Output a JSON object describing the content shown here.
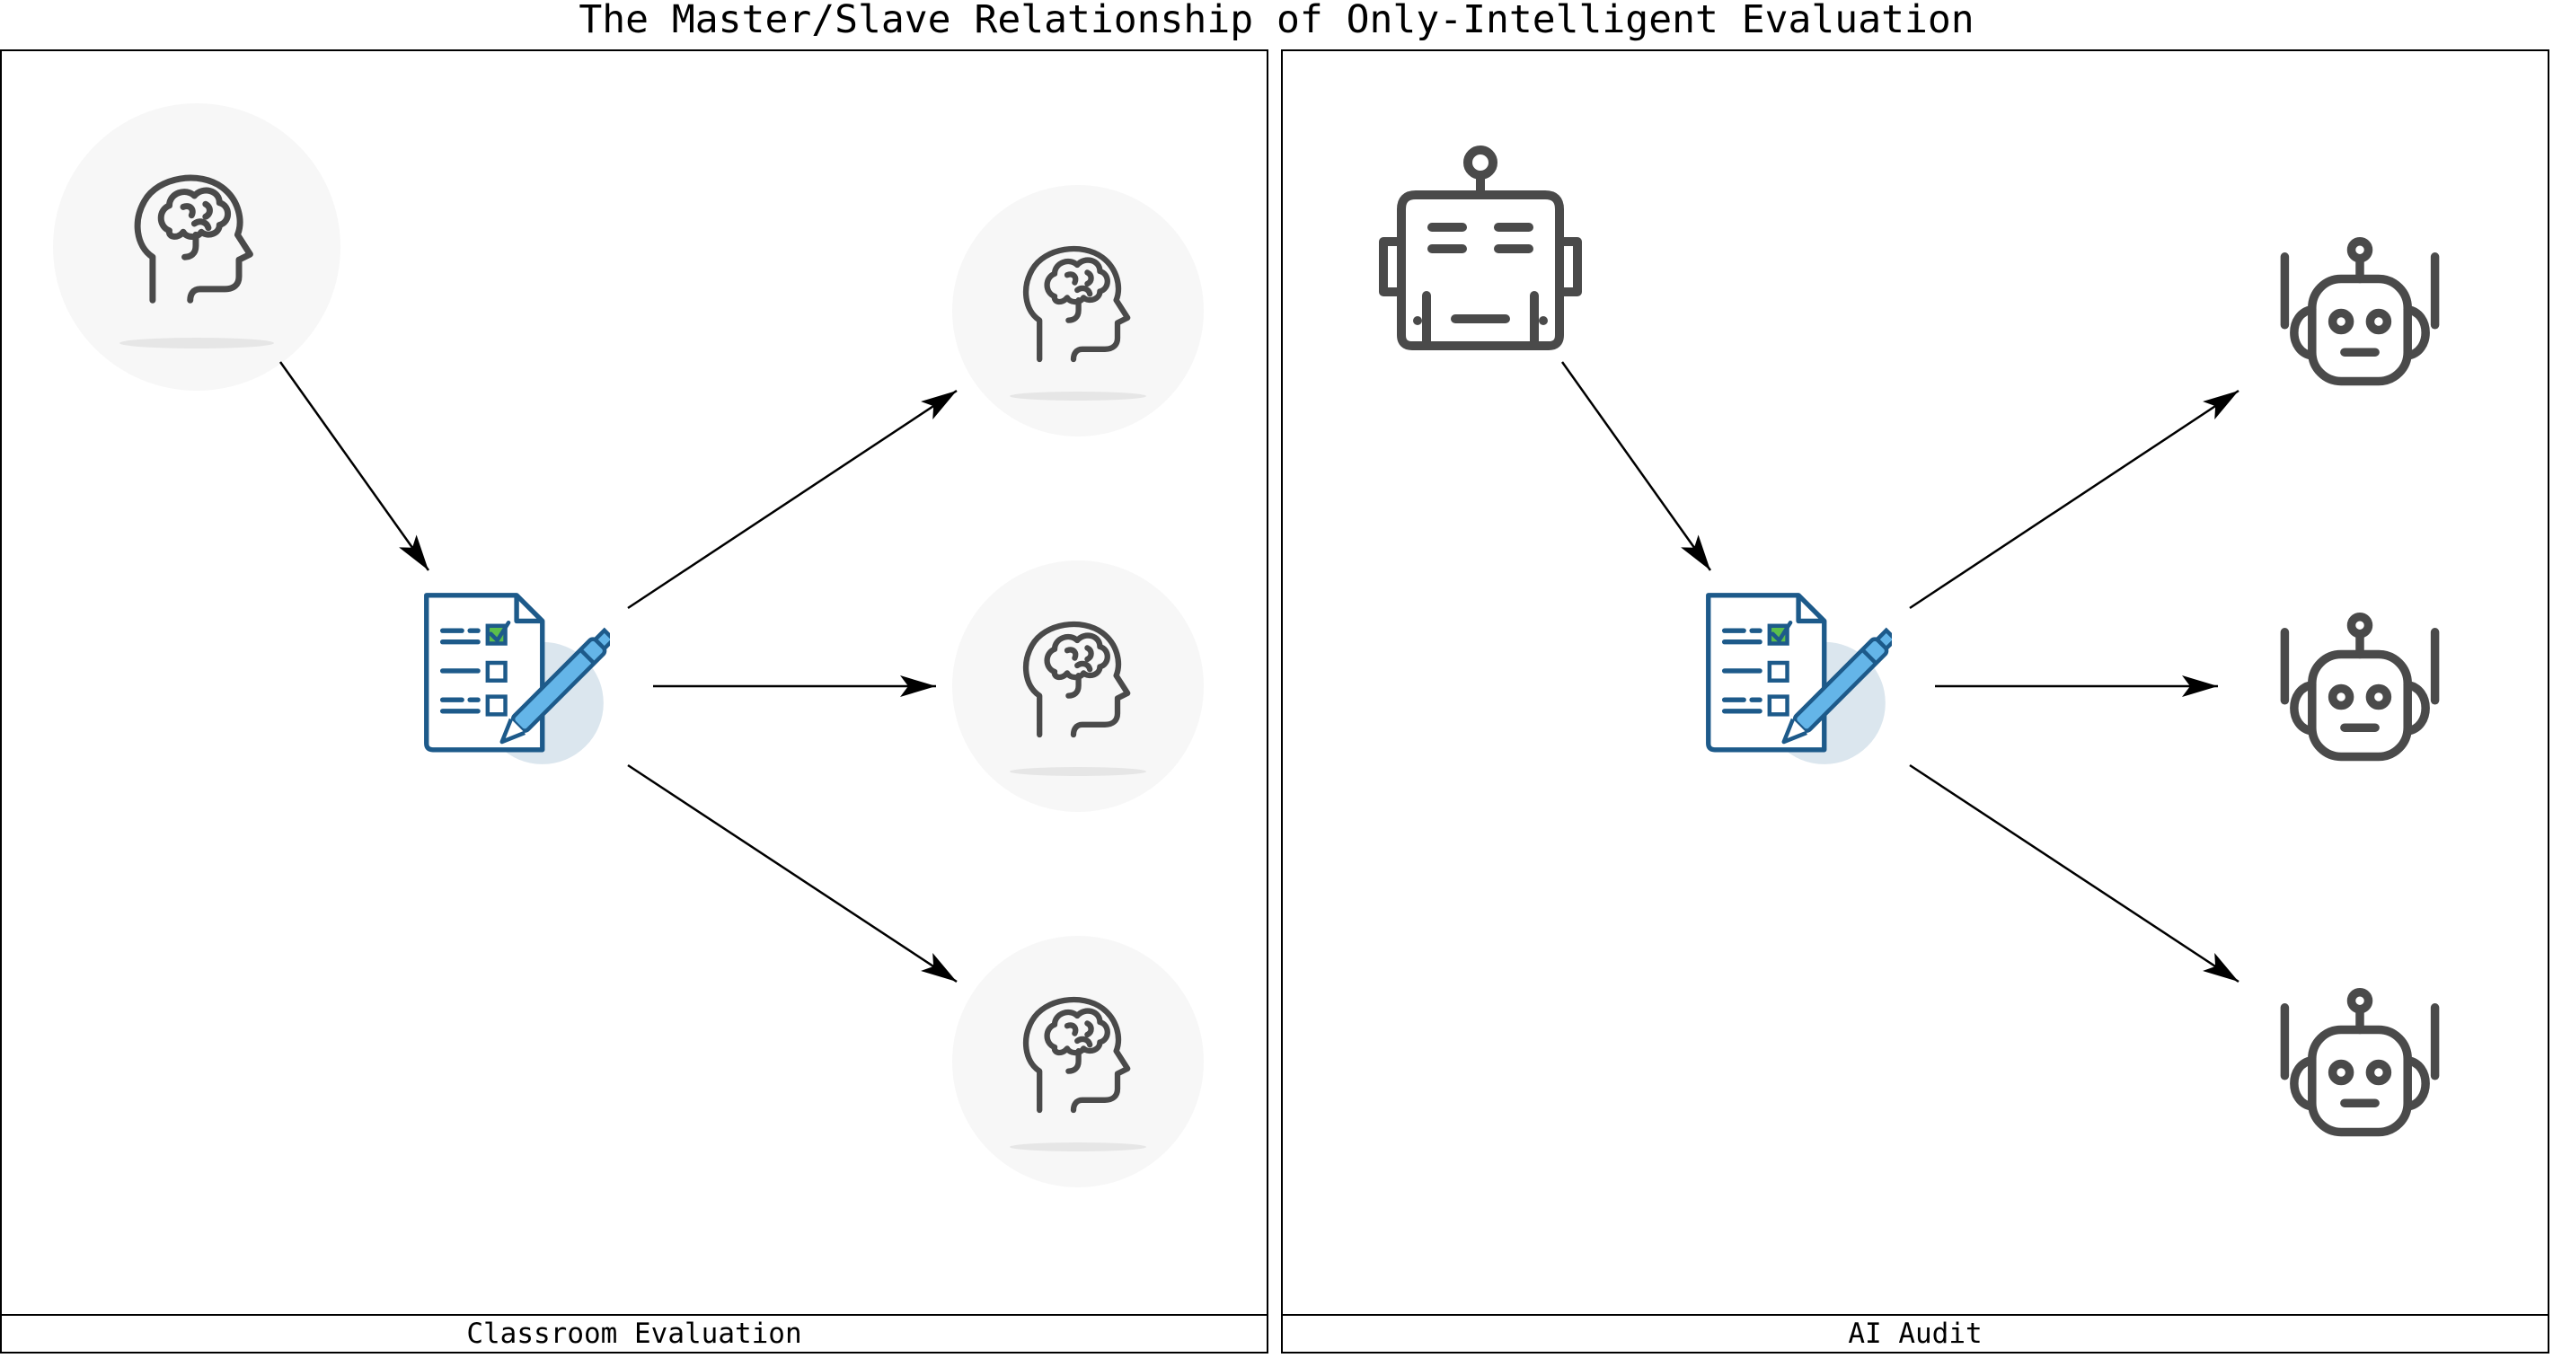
{
  "title": "The Master/Slave Relationship of Only-Intelligent Evaluation",
  "panels": [
    {
      "caption": "Classroom Evaluation",
      "master": "head-brain-icon",
      "instrument": "checklist-clipboard-icon",
      "subjects": [
        "head-brain-icon",
        "head-brain-icon",
        "head-brain-icon"
      ]
    },
    {
      "caption": "AI Audit",
      "master": "robot-head-icon",
      "instrument": "checklist-clipboard-icon",
      "subjects": [
        "robot-head-icon",
        "robot-head-icon",
        "robot-head-icon"
      ]
    }
  ],
  "colors": {
    "icon_stroke": "#4a4a4a",
    "circle_fill": "#f7f7f7",
    "doc_blue": "#1d5a8a",
    "pen_blue": "#64b5e8",
    "check_green": "#5cbf4a",
    "shadow_blue": "#dbe6ee"
  }
}
